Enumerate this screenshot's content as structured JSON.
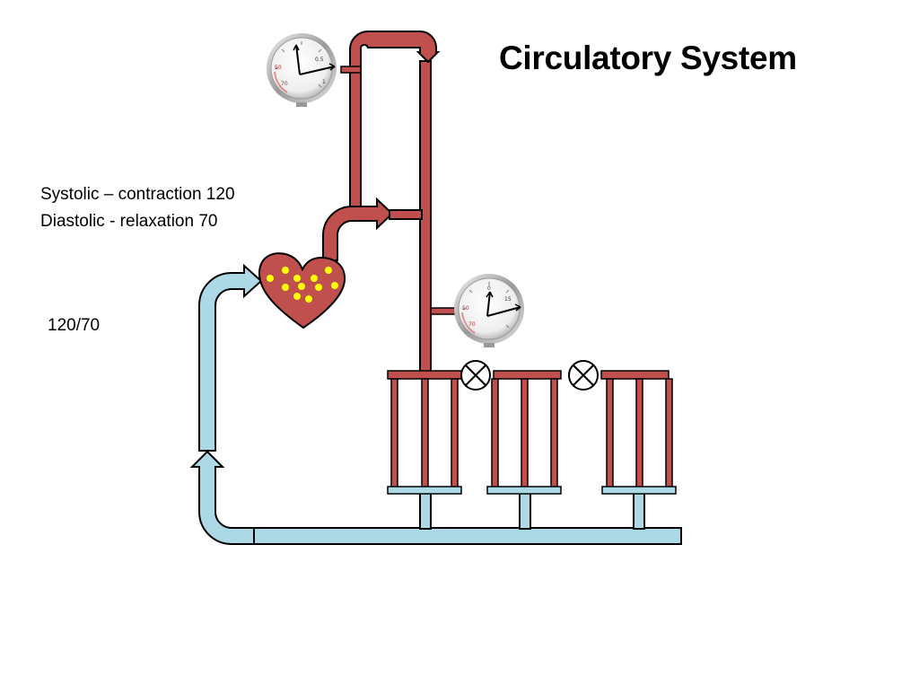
{
  "title": "Circulatory System",
  "notes": {
    "systolic": "Systolic – contraction 120",
    "diastolic": "Diastolic - relaxation  70",
    "reading": "120/70"
  },
  "gauges": [
    {
      "scale_left": "50",
      "scale_top": "0.5",
      "scale_bottom_left": "70",
      "scale_right": "1"
    },
    {
      "scale_left": "50",
      "scale_top": "0",
      "scale_right": "15",
      "scale_bottom_left": "70"
    }
  ],
  "colors": {
    "artery": "#c0504d",
    "vein": "#add8e6",
    "heart_dots": "#ffff00",
    "outline": "#000000"
  }
}
